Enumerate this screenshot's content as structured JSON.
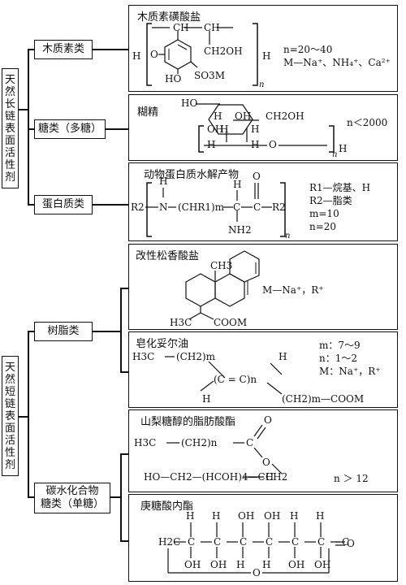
{
  "groups": {
    "long_chain": {
      "label": [
        "天",
        "然",
        "长",
        "链",
        "表",
        "面",
        "活",
        "性",
        "剂"
      ]
    },
    "short_chain": {
      "label": [
        "天",
        "然",
        "短",
        "链",
        "表",
        "面",
        "活",
        "性",
        "剂"
      ]
    }
  },
  "categories": {
    "lignin": "木质素类",
    "sugar_poly": "糖类（多糖）",
    "protein": "蛋白质类",
    "resin": "树脂类",
    "carb": [
      "碳水化合物",
      "糖类（单糖）"
    ]
  },
  "panels": {
    "p1": {
      "title": "木质素磺酸盐",
      "t": {
        "ch1": "CH",
        "ch2": "CH",
        "ch2oh": "CH2OH",
        "h_left": "H",
        "h_right": "H",
        "ho": "HO",
        "o": "O",
        "so3m": "SO3M",
        "n": "n"
      },
      "notes": [
        "n=20～40",
        "M—Na⁺、NH₄⁺、Ca²⁺"
      ]
    },
    "p2": {
      "title": "糊精",
      "t": {
        "ho": "HO",
        "h1": "H",
        "oh1": "OH",
        "h2": "H",
        "ch2oh": "CH2OH",
        "h3": "H",
        "oh2": "OH",
        "h4": "H",
        "h5": "H",
        "o": "O",
        "h6": "H",
        "n": "n"
      },
      "notes": [
        "n＜2000"
      ]
    },
    "p3": {
      "title": "动物蛋白质水解产物",
      "t": {
        "h": "H",
        "r2": "R2",
        "n_atom": "N",
        "chain": "(CHR1)m",
        "c1": "C",
        "h2": "H",
        "nh2": "NH2",
        "o": "O",
        "c2": "C",
        "r2b": "R2",
        "n": "n"
      },
      "notes": [
        "R1—烷基、H",
        "R2—脂类",
        "m=10",
        "n=20"
      ]
    },
    "p4": {
      "title": "改性松香酸盐",
      "t": {
        "ch3": "CH3",
        "h3c": "H3C",
        "coom": "COOM"
      },
      "notes": [
        "M—Na⁺，R⁺"
      ]
    },
    "p5": {
      "title": "皂化妥尔油",
      "t": {
        "h3c": "H3C",
        "ch2m": "(CH2)m",
        "h1": "H",
        "ceq": "(C = C)n",
        "h2": "H",
        "tail": "(CH2)m—COOM"
      },
      "notes": [
        "m：7～9",
        "n：1～2",
        "M：Na⁺，R⁺"
      ]
    },
    "p6": {
      "title": "山梨糖醇的脂肪酸酯",
      "t": {
        "h3c": "H3C",
        "ch2n": "(CH2)n",
        "o_top": "O",
        "c": "C",
        "o_ring": "O",
        "bottom": "HO—CH2—(HCOH)4—CH",
        "ch2": "CH2"
      },
      "notes": [
        "n ＞ 12"
      ]
    },
    "p7": {
      "title": "庚糖酸内酯",
      "t": {
        "h2c": "H2C",
        "top": [
          "H",
          "H",
          "OH",
          "OH",
          "H",
          "H"
        ],
        "c": "C",
        "bot": [
          "OH",
          "OH",
          "H",
          "H",
          "OH",
          "OH"
        ],
        "o_eq": "O",
        "o_ring": "O"
      }
    }
  }
}
